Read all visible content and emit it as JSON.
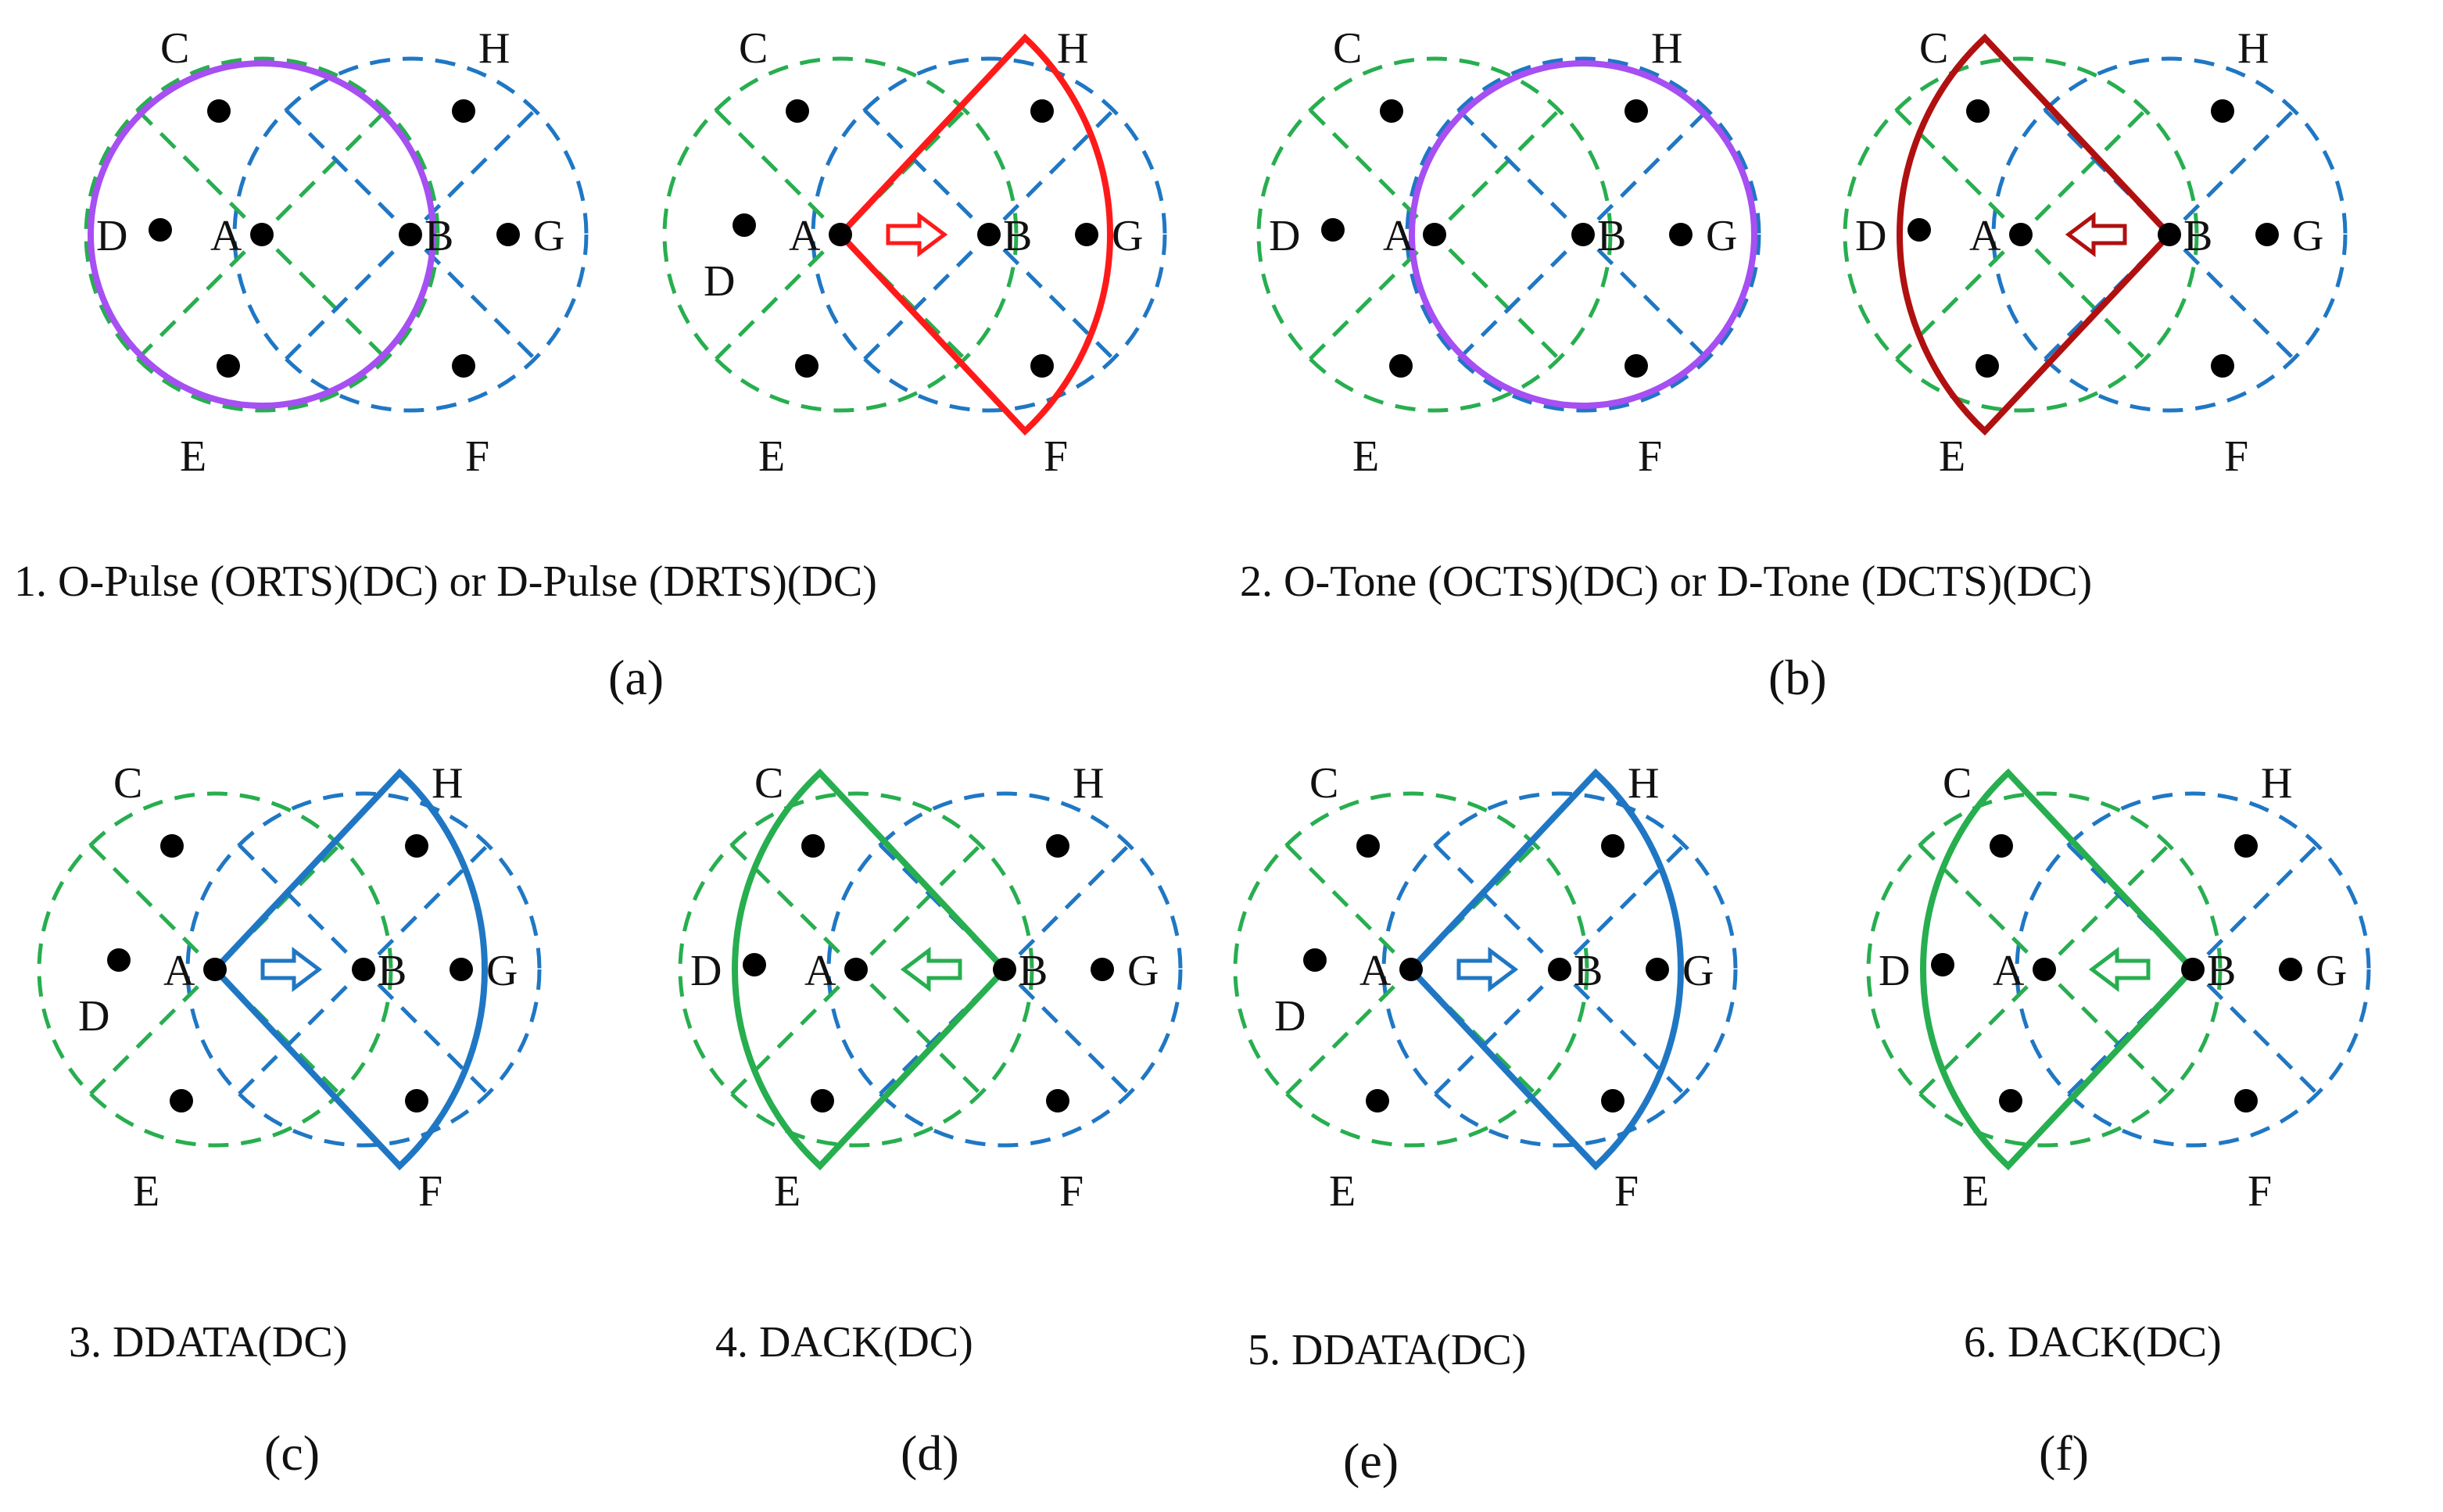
{
  "colors": {
    "green": "#27ae4f",
    "blue": "#1f77c4",
    "purple": "#a64ff2",
    "red": "#ff1a1a",
    "darkred": "#b01010",
    "dot": "#000000",
    "text": "#111111"
  },
  "node_labels": [
    "A",
    "B",
    "C",
    "D",
    "E",
    "F",
    "G",
    "H"
  ],
  "captions": {
    "row1_left": "1. O-Pulse (ORTS)(DC) or D-Pulse (DRTS)(DC)",
    "row1_right": "2. O-Tone (OCTS)(DC) or D-Tone (DCTS)(DC)",
    "c": "3. DDATA(DC)",
    "d": "4. DACK(DC)",
    "e": "5. DDATA(DC)",
    "f": "6. DACK(DC)"
  },
  "sublabels": {
    "a": "(a)",
    "b": "(b)",
    "c": "(c)",
    "d": "(d)",
    "e": "(e)",
    "f": "(f)"
  },
  "panels": [
    {
      "id": "a1",
      "highlight": "circle-A",
      "color": "purple",
      "arrow": "none"
    },
    {
      "id": "a2",
      "highlight": "sector-A-right",
      "color": "red",
      "arrow": "right"
    },
    {
      "id": "b1",
      "highlight": "circle-B",
      "color": "purple",
      "arrow": "none"
    },
    {
      "id": "b2",
      "highlight": "sector-B-left",
      "color": "darkred",
      "arrow": "left"
    },
    {
      "id": "c",
      "highlight": "sector-A-right",
      "color": "blue",
      "arrow": "right"
    },
    {
      "id": "d",
      "highlight": "sector-B-left",
      "color": "green",
      "arrow": "left"
    },
    {
      "id": "e",
      "highlight": "sector-A-right",
      "color": "blue",
      "arrow": "right"
    },
    {
      "id": "f",
      "highlight": "sector-B-left",
      "color": "green",
      "arrow": "left"
    }
  ]
}
